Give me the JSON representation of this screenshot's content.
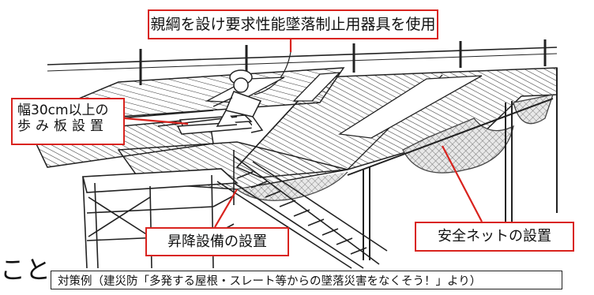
{
  "callouts": {
    "top": "親綱を設け要求性能墜落制止用器具を使用",
    "walkway_line1": "幅30cm以上の",
    "walkway_line2": "歩み板設置",
    "net": "安全ネットの設置",
    "stairs": "昇降設備の設置"
  },
  "trailing_text": "こと。",
  "source_caption": "対策例（建災防「多発する屋根・スレート等からの墜落災害をなくそう！」より）",
  "colors": {
    "callout_border": "#d9231e",
    "leader_line": "#d9231e",
    "drawing_ink": "#222222"
  }
}
